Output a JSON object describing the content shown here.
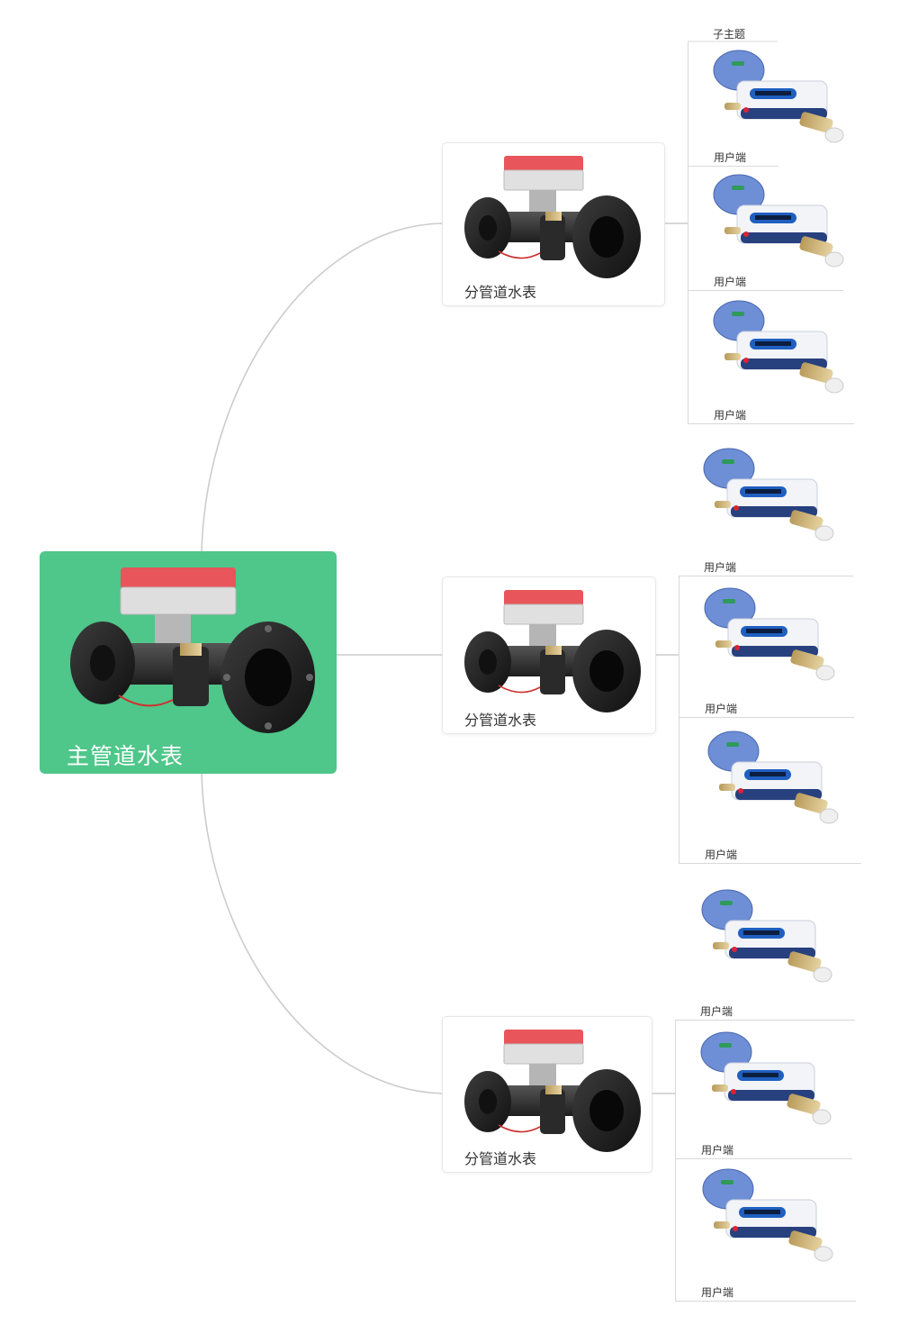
{
  "root": {
    "label": "主管道水表",
    "color": "#4fc68a",
    "icon": "pipe-water-meter-icon"
  },
  "subtopic_title": "子主题",
  "branches": [
    {
      "label": "分管道水表",
      "icon": "pipe-water-meter-icon",
      "leaves": [
        {
          "label": "用户端"
        },
        {
          "label": "用户端"
        },
        {
          "label": "用户端"
        }
      ]
    },
    {
      "label": "分管道水表",
      "icon": "pipe-water-meter-icon",
      "leaves": [
        {
          "label": "用户端"
        },
        {
          "label": "用户端"
        },
        {
          "label": "用户端"
        }
      ]
    },
    {
      "label": "分管道水表",
      "icon": "pipe-water-meter-icon",
      "leaves": [
        {
          "label": "用户端"
        },
        {
          "label": "用户端"
        },
        {
          "label": "用户端"
        }
      ]
    }
  ],
  "leaf_icon": "household-water-meter-icon",
  "connector_color": "#cccccc"
}
